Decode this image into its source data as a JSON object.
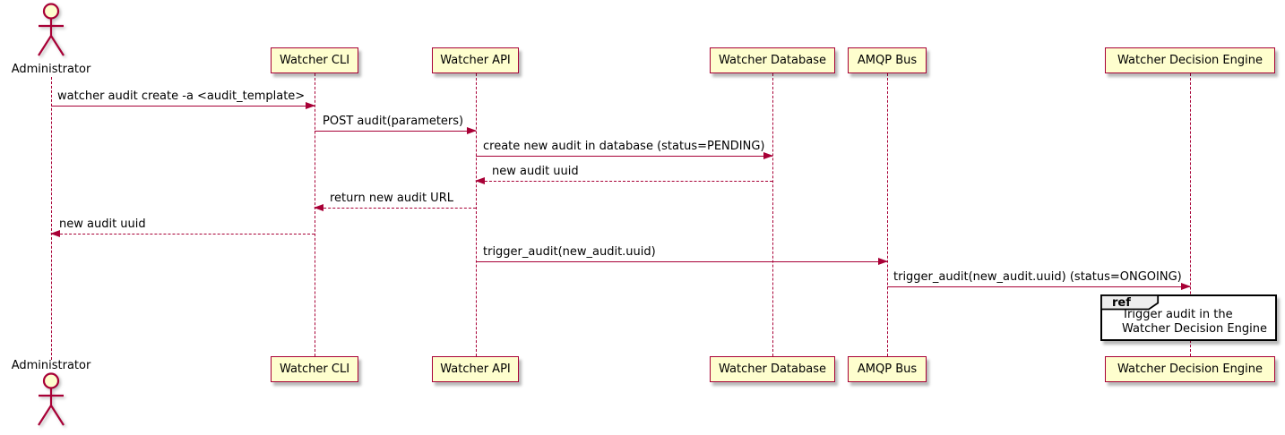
{
  "colors": {
    "stroke": "#A80036",
    "fill": "#FEFECE",
    "text": "#000000",
    "ref-border": "#000000",
    "ref-tab-fill": "#EEEEEE",
    "bg": "#FFFFFF"
  },
  "actor": {
    "label": "Administrator"
  },
  "participants": [
    {
      "id": "watcher-cli",
      "label": "Watcher CLI"
    },
    {
      "id": "watcher-api",
      "label": "Watcher API"
    },
    {
      "id": "watcher-database",
      "label": "Watcher Database"
    },
    {
      "id": "amqp-bus",
      "label": "AMQP Bus"
    },
    {
      "id": "watcher-decision-engine",
      "label": "Watcher Decision Engine"
    }
  ],
  "messages": [
    {
      "from": "Administrator",
      "to": "Watcher CLI",
      "line": "solid",
      "text": "watcher audit create -a <audit_template>"
    },
    {
      "from": "Watcher CLI",
      "to": "Watcher API",
      "line": "solid",
      "text": "POST audit(parameters)"
    },
    {
      "from": "Watcher API",
      "to": "Watcher Database",
      "line": "solid",
      "text": "create new audit in database (status=PENDING)"
    },
    {
      "from": "Watcher Database",
      "to": "Watcher API",
      "line": "dashed",
      "text": "new audit uuid"
    },
    {
      "from": "Watcher API",
      "to": "Watcher CLI",
      "line": "dashed",
      "text": "return new audit URL"
    },
    {
      "from": "Watcher CLI",
      "to": "Administrator",
      "line": "dashed",
      "text": "new audit uuid"
    },
    {
      "from": "Watcher API",
      "to": "AMQP Bus",
      "line": "solid",
      "text": "trigger_audit(new_audit.uuid)"
    },
    {
      "from": "AMQP Bus",
      "to": "Watcher Decision Engine",
      "line": "solid",
      "text": "trigger_audit(new_audit.uuid) (status=ONGOING)"
    }
  ],
  "ref": {
    "keyword": "ref",
    "lines": [
      "Trigger audit in the",
      "Watcher Decision Engine"
    ]
  }
}
